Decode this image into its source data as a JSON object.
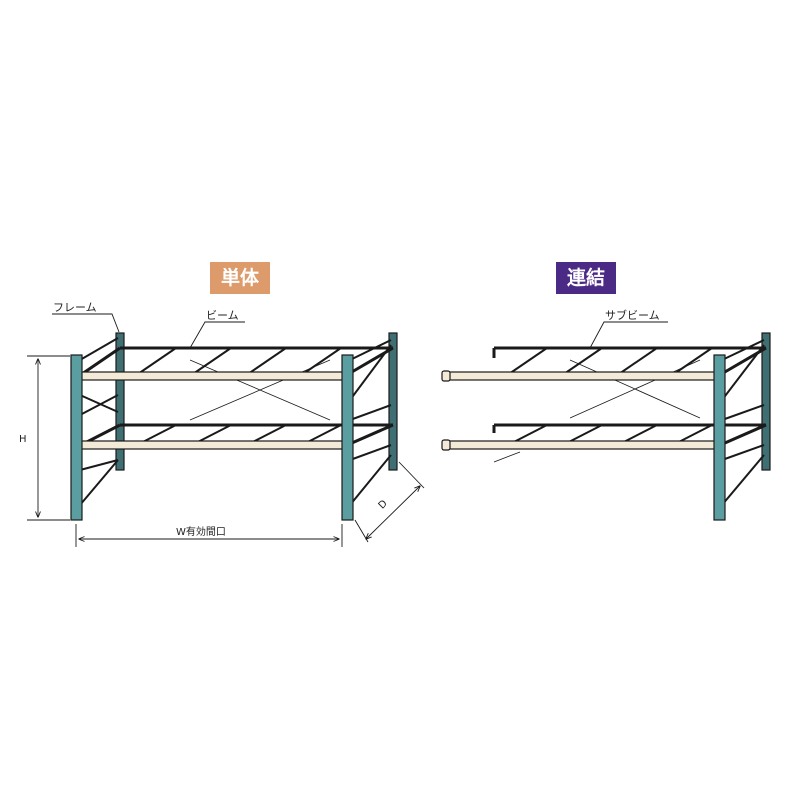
{
  "headings": {
    "single": "単体",
    "linked": "連結"
  },
  "labels": {
    "frame": "フレーム",
    "beam": "ビーム",
    "sub_beam": "サブビーム",
    "height": "H",
    "width": "W有効間口",
    "depth": "D"
  },
  "colors": {
    "single_badge": "#dd9a6a",
    "linked_badge": "#4b2a86",
    "upright": "#5b9ea2",
    "beam_face": "#f4ead8",
    "line": "#1a1a1a"
  }
}
